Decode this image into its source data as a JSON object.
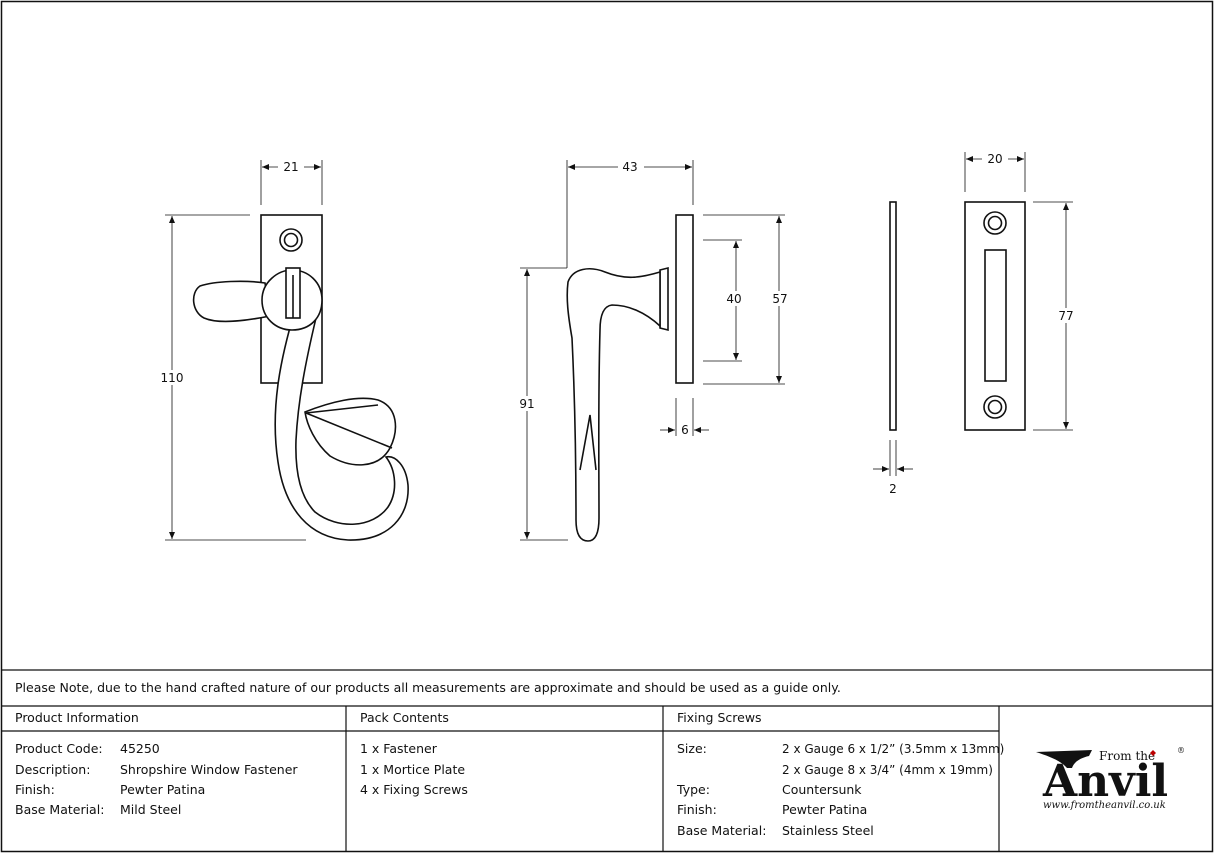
{
  "drawing": {
    "front_view": {
      "width_label": "21",
      "height_label": "110"
    },
    "side_view": {
      "depth_label": "43",
      "height_label": "91",
      "plate_thickness_label": "6",
      "plate_inner_label": "40",
      "plate_outer_label": "57"
    },
    "plate_view": {
      "thickness_label": "2",
      "width_label": "20",
      "height_label": "77"
    }
  },
  "note": "Please Note, due to the hand crafted nature of our products all measurements are approximate and should be used as a guide only.",
  "product_info": {
    "header": "Product Information",
    "rows": [
      {
        "label": "Product Code:",
        "value": "45250"
      },
      {
        "label": "Description:",
        "value": "Shropshire Window Fastener"
      },
      {
        "label": "Finish:",
        "value": "Pewter Patina"
      },
      {
        "label": "Base Material:",
        "value": "Mild Steel"
      }
    ]
  },
  "pack_contents": {
    "header": "Pack Contents",
    "items": [
      "1 x Fastener",
      "1 x Mortice Plate",
      "4 x Fixing Screws"
    ]
  },
  "fixing_screws": {
    "header": "Fixing Screws",
    "size_label": "Size:",
    "size_values": [
      "2 x Gauge 6 x 1/2” (3.5mm x 13mm)",
      "2 x Gauge 8 x 3/4” (4mm x 19mm)"
    ],
    "type_label": "Type:",
    "type_value": "Countersunk",
    "finish_label": "Finish:",
    "finish_value": "Pewter Patina",
    "material_label": "Base Material:",
    "material_value": "Stainless Steel"
  },
  "logo": {
    "from_the": "From the",
    "name": "Anvil",
    "registered": "®",
    "url": "www.fromtheanvil.co.uk"
  }
}
